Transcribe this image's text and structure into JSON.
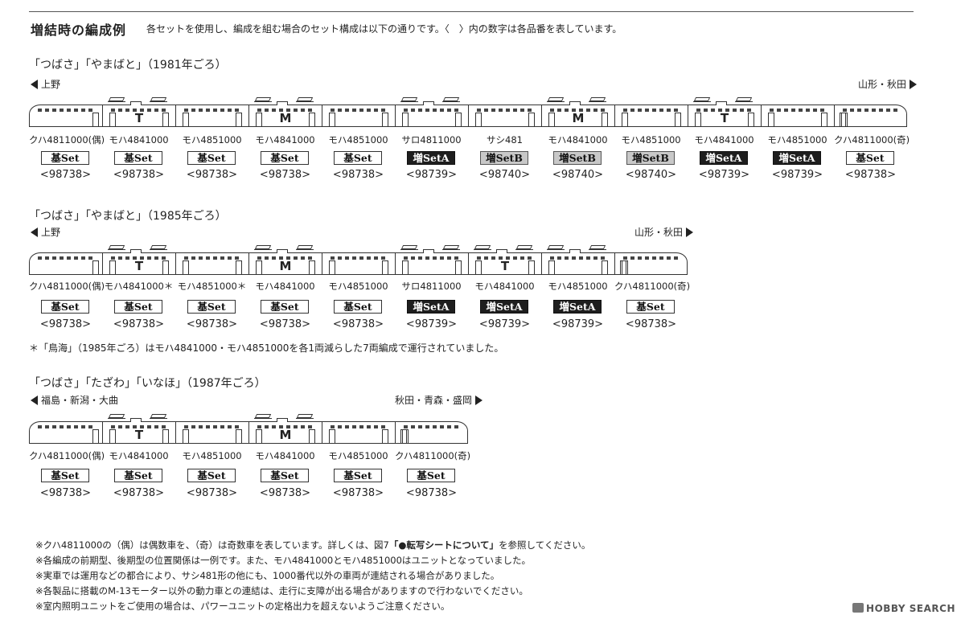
{
  "header": {
    "title": "増結時の編成例",
    "description": "各セットを使用し、編成を組む場合のセット構成は以下の通りです。〈　〉内の数字は各品番を表しています。"
  },
  "sections": [
    {
      "title": "「つばさ」「やまばと」（1981年ごろ）",
      "left_dir": "上野",
      "right_dir": "山形・秋田",
      "cars": [
        {
          "label": "クハ4811000(偶)",
          "mark": "",
          "set": "基Set",
          "set_type": "kihon",
          "code": "<98738>"
        },
        {
          "label": "モハ4841000",
          "mark": "T",
          "set": "基Set",
          "set_type": "kihon",
          "code": "<98738>"
        },
        {
          "label": "モハ4851000",
          "mark": "",
          "set": "基Set",
          "set_type": "kihon",
          "code": "<98738>"
        },
        {
          "label": "モハ4841000",
          "mark": "M",
          "set": "基Set",
          "set_type": "kihon",
          "code": "<98738>"
        },
        {
          "label": "モハ4851000",
          "mark": "",
          "set": "基Set",
          "set_type": "kihon",
          "code": "<98738>"
        },
        {
          "label": "サロ4811000",
          "mark": "",
          "set": "増SetA",
          "set_type": "a",
          "code": "<98739>"
        },
        {
          "label": "サシ481",
          "mark": "",
          "set": "増SetB",
          "set_type": "b",
          "code": "<98740>"
        },
        {
          "label": "モハ4841000",
          "mark": "M",
          "set": "増SetB",
          "set_type": "b",
          "code": "<98740>"
        },
        {
          "label": "モハ4851000",
          "mark": "",
          "set": "増SetB",
          "set_type": "b",
          "code": "<98740>"
        },
        {
          "label": "モハ4841000",
          "mark": "T",
          "set": "増SetA",
          "set_type": "a",
          "code": "<98739>"
        },
        {
          "label": "モハ4851000",
          "mark": "",
          "set": "増SetA",
          "set_type": "a",
          "code": "<98739>"
        },
        {
          "label": "クハ4811000(奇)",
          "mark": "",
          "set": "基Set",
          "set_type": "kihon",
          "code": "<98738>"
        }
      ]
    },
    {
      "title": "「つばさ」「やまばと」（1985年ごろ）",
      "left_dir": "上野",
      "right_dir": "山形・秋田",
      "cars": [
        {
          "label": "クハ4811000(偶)",
          "mark": "",
          "set": "基Set",
          "set_type": "kihon",
          "code": "<98738>"
        },
        {
          "label": "モハ4841000＊",
          "mark": "T",
          "set": "基Set",
          "set_type": "kihon",
          "code": "<98738>"
        },
        {
          "label": "モハ4851000＊",
          "mark": "",
          "set": "基Set",
          "set_type": "kihon",
          "code": "<98738>"
        },
        {
          "label": "モハ4841000",
          "mark": "M",
          "set": "基Set",
          "set_type": "kihon",
          "code": "<98738>"
        },
        {
          "label": "モハ4851000",
          "mark": "",
          "set": "基Set",
          "set_type": "kihon",
          "code": "<98738>"
        },
        {
          "label": "サロ4811000",
          "mark": "",
          "set": "増SetA",
          "set_type": "a",
          "code": "<98739>"
        },
        {
          "label": "モハ4841000",
          "mark": "T",
          "set": "増SetA",
          "set_type": "a",
          "code": "<98739>"
        },
        {
          "label": "モハ4851000",
          "mark": "",
          "set": "増SetA",
          "set_type": "a",
          "code": "<98739>"
        },
        {
          "label": "クハ4811000(奇)",
          "mark": "",
          "set": "基Set",
          "set_type": "kihon",
          "code": "<98738>"
        }
      ],
      "footnote": "＊「鳥海」（1985年ごろ）はモハ4841000・モハ4851000を各1両減らした7両編成で運行されていました。"
    },
    {
      "title": "「つばさ」「たざわ」「いなほ」（1987年ごろ）",
      "left_dir": "福島・新潟・大曲",
      "right_dir": "秋田・青森・盛岡",
      "cars": [
        {
          "label": "クハ4811000(偶)",
          "mark": "",
          "set": "基Set",
          "set_type": "kihon",
          "code": "<98738>"
        },
        {
          "label": "モハ4841000",
          "mark": "T",
          "set": "基Set",
          "set_type": "kihon",
          "code": "<98738>"
        },
        {
          "label": "モハ4851000",
          "mark": "",
          "set": "基Set",
          "set_type": "kihon",
          "code": "<98738>"
        },
        {
          "label": "モハ4841000",
          "mark": "M",
          "set": "基Set",
          "set_type": "kihon",
          "code": "<98738>"
        },
        {
          "label": "モハ4851000",
          "mark": "",
          "set": "基Set",
          "set_type": "kihon",
          "code": "<98738>"
        },
        {
          "label": "クハ4811000(奇)",
          "mark": "",
          "set": "基Set",
          "set_type": "kihon",
          "code": "<98738>"
        }
      ]
    }
  ],
  "notes": [
    {
      "pre": "※クハ4811000の（偶）は偶数車を、（奇）は奇数車を表しています。詳しくは、図7",
      "bold": "「●転写シートについて」",
      "post": "を参照してください。"
    },
    {
      "pre": "※各編成の前期型、後期型の位置関係は一例です。また、モハ4841000とモハ4851000はユニットとなっていました。",
      "bold": "",
      "post": ""
    },
    {
      "pre": "※実車では運用などの都合により、サシ481形の他にも、1000番代以外の車両が連結される場合がありました。",
      "bold": "",
      "post": ""
    },
    {
      "pre": "※各製品に搭載のM-13モーター以外の動力車との連結は、走行に支障が出る場合がありますので行わないでください。",
      "bold": "",
      "post": ""
    },
    {
      "pre": "※室内照明ユニットをご使用の場合は、パワーユニットの定格出力を超えないようご注意ください。",
      "bold": "",
      "post": ""
    }
  ],
  "watermark": "HOBBY SEARCH"
}
